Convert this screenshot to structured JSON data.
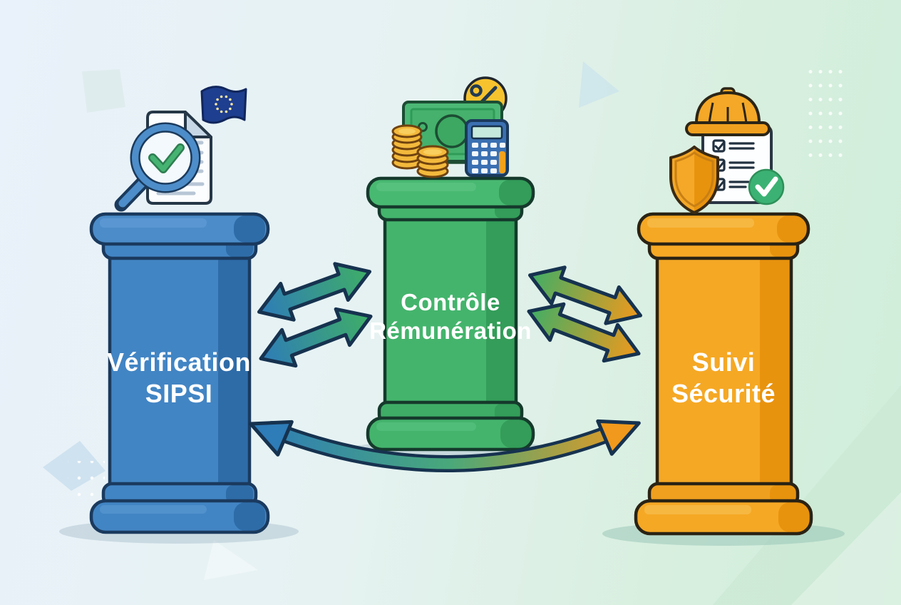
{
  "illustration": {
    "type": "three-pillar-process-diagram",
    "language": "fr"
  },
  "pillars": [
    {
      "id": "verification-sipsi",
      "label": {
        "line1": "Vérification",
        "line2": "SIPSI"
      },
      "color": "#4285C4",
      "icons": [
        "document-icon",
        "magnifier-check-icon",
        "eu-flag-icon"
      ]
    },
    {
      "id": "controle-remuneration",
      "label": {
        "line1": "Contrôle",
        "line2": "Rémunération"
      },
      "color": "#44B46C",
      "icons": [
        "banknote-icon",
        "coin-stacks-icon",
        "calculator-icon",
        "percent-badge-icon"
      ]
    },
    {
      "id": "suivi-securite",
      "label": {
        "line1": "Suivi",
        "line2": "Sécurité"
      },
      "color": "#F5A824",
      "icons": [
        "hard-hat-icon",
        "safety-checklist-icon",
        "shield-icon",
        "check-circle-icon"
      ]
    }
  ],
  "connections": [
    {
      "from": "Vérification SIPSI",
      "to": "Contrôle Rémunération",
      "type": "bidirectional-double-arrows",
      "gradient": [
        "#2E7CB8",
        "#3FAE66"
      ]
    },
    {
      "from": "Contrôle Rémunération",
      "to": "Suivi Sécurité",
      "type": "bidirectional-double-arrows",
      "gradient": [
        "#3FAE66",
        "#F0991C"
      ]
    },
    {
      "from": "Vérification SIPSI",
      "to": "Suivi Sécurité",
      "type": "curved-bidirectional-arrow",
      "gradient": [
        "#2E7CB8",
        "#F0991C"
      ]
    }
  ],
  "colors": {
    "background_left": "#E9F1FA",
    "background_right": "#CFEEDA",
    "pillar_blue": "#4285C4",
    "pillar_blue_dark": "#2E6CA8",
    "pillar_blue_outline": "#1A3A5E",
    "pillar_green": "#44B46C",
    "pillar_green_dark": "#339D59",
    "pillar_green_outline": "#153A2C",
    "pillar_orange": "#F5A824",
    "pillar_orange_dark": "#E8930E",
    "pillar_orange_outline": "#2A2314",
    "label_text": "#FFFFFF"
  }
}
